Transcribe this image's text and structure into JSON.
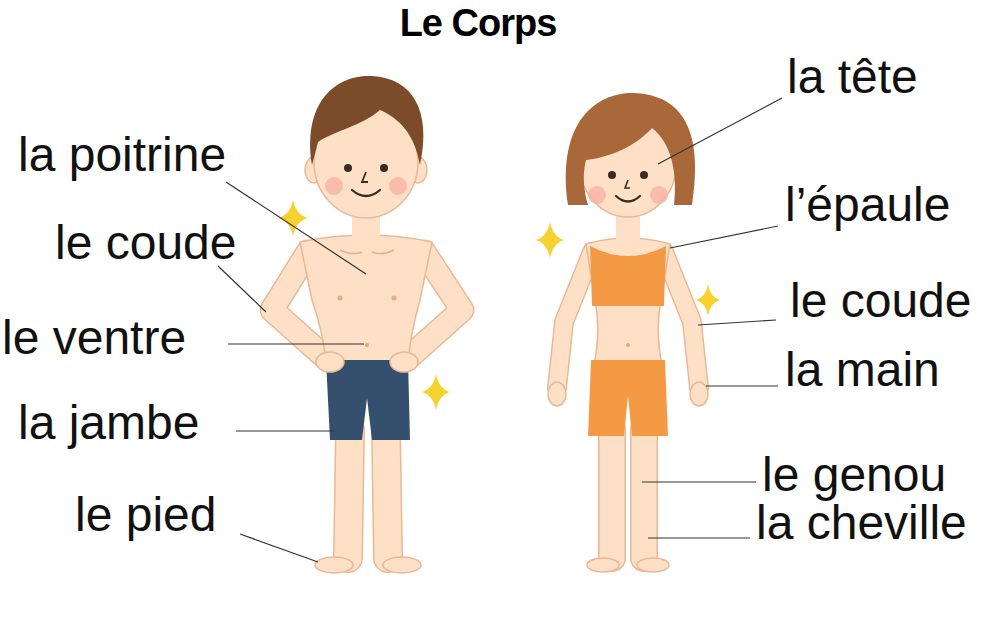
{
  "diagram": {
    "title": "Le Corps",
    "labels": [
      "la poitrine",
      "le coude",
      "le ventre",
      "la jambe",
      "le pied",
      "la tête",
      "l’épaule",
      "le coude",
      "la main",
      "le genou",
      "la cheville"
    ]
  }
}
